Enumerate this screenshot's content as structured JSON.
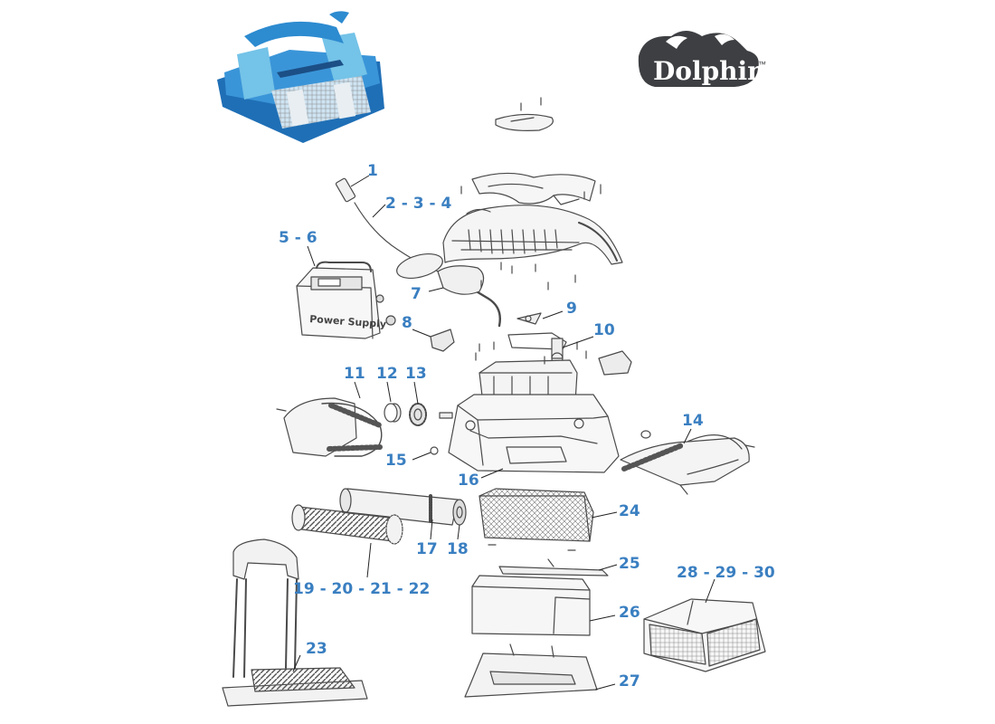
{
  "logo": {
    "text": "Dolphin",
    "tm": "™"
  },
  "colors": {
    "callout_text": "#3a7fc1",
    "robot_blue": "#2f86cc",
    "logo_dark": "#3d3f42",
    "line_art": "#4a4a4a"
  },
  "product_image": {
    "subject": "robotic pool cleaner"
  },
  "power_supply": {
    "label": "Power Supply"
  },
  "callouts": [
    {
      "id": "c1",
      "text": "1"
    },
    {
      "id": "c2",
      "text": "2 - 3 - 4"
    },
    {
      "id": "c5",
      "text": "5 - 6"
    },
    {
      "id": "c7",
      "text": "7"
    },
    {
      "id": "c8",
      "text": "8"
    },
    {
      "id": "c9",
      "text": "9"
    },
    {
      "id": "c10",
      "text": "10"
    },
    {
      "id": "c11",
      "text": "11"
    },
    {
      "id": "c12",
      "text": "12"
    },
    {
      "id": "c13",
      "text": "13"
    },
    {
      "id": "c14",
      "text": "14"
    },
    {
      "id": "c15",
      "text": "15"
    },
    {
      "id": "c16",
      "text": "16"
    },
    {
      "id": "c17",
      "text": "17"
    },
    {
      "id": "c18",
      "text": "18"
    },
    {
      "id": "c19",
      "text": "19 - 20 - 21 - 22"
    },
    {
      "id": "c23",
      "text": "23"
    },
    {
      "id": "c24",
      "text": "24"
    },
    {
      "id": "c25",
      "text": "25"
    },
    {
      "id": "c26",
      "text": "26"
    },
    {
      "id": "c27",
      "text": "27"
    },
    {
      "id": "c28",
      "text": "28 - 29 - 30"
    }
  ]
}
